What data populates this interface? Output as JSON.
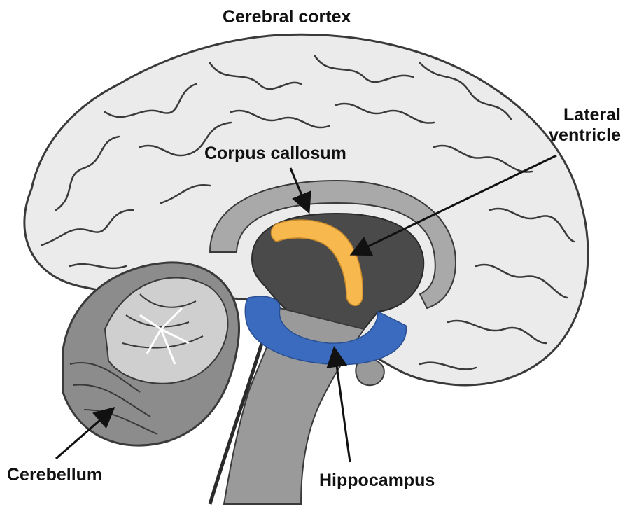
{
  "labels": {
    "cerebral_cortex": "Cerebral cortex",
    "lateral_ventricle_line1": "Lateral",
    "lateral_ventricle_line2": "ventricle",
    "corpus_callosum": "Corpus callosum",
    "cerebellum": "Cerebellum",
    "hippocampus": "Hippocampus"
  },
  "colors": {
    "cortex_fill": "#ebebeb",
    "cortex_outline": "#3a3a3a",
    "callosum_band": "#a9a9a9",
    "deep_structures": "#4a4a4a",
    "brainstem": "#9a9a9a",
    "lateral_ventricle": "#f7b84e",
    "hippocampus": "#3b6bbf",
    "cerebellum": "#8c8c8c",
    "label_text": "#111111"
  }
}
